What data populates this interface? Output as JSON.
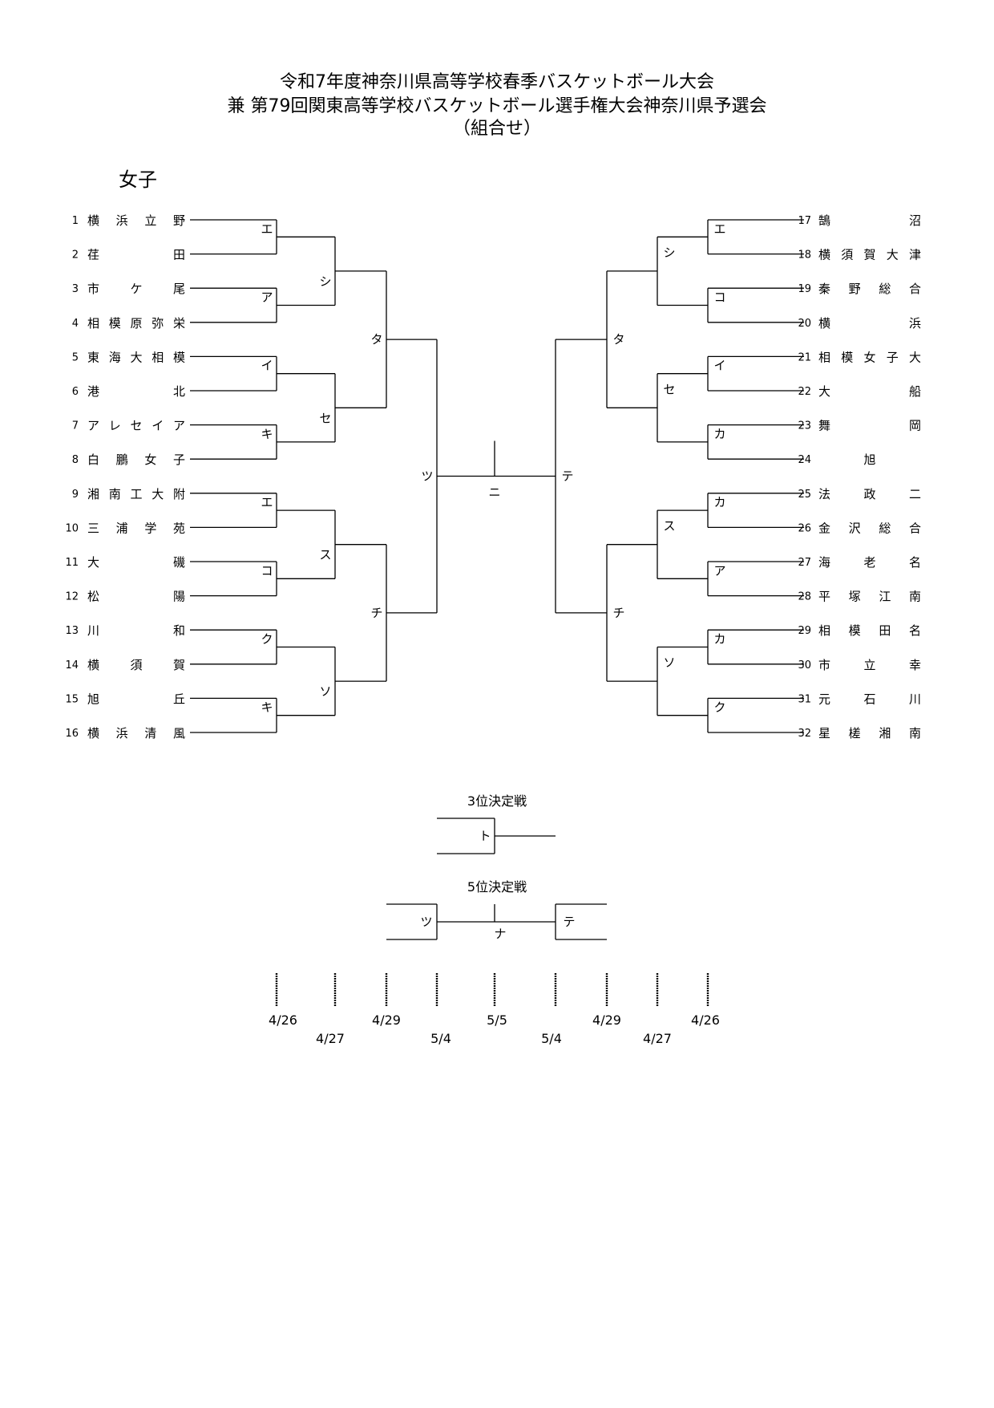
{
  "title": {
    "line1": "令和7年度神奈川県高等学校春季バスケットボール大会",
    "line2": "兼 第79回関東高等学校バスケットボール選手権大会神奈川県予選会",
    "line3": "（組合せ）"
  },
  "section": "女子",
  "left_teams": [
    {
      "no": "1",
      "name": "横浜立野"
    },
    {
      "no": "2",
      "name": "荏田"
    },
    {
      "no": "3",
      "name": "市ケ尾"
    },
    {
      "no": "4",
      "name": "相模原弥栄"
    },
    {
      "no": "5",
      "name": "東海大相模"
    },
    {
      "no": "6",
      "name": "港北"
    },
    {
      "no": "7",
      "name": "アレセイア"
    },
    {
      "no": "8",
      "name": "白鵬女子"
    },
    {
      "no": "9",
      "name": "湘南工大附"
    },
    {
      "no": "10",
      "name": "三浦学苑"
    },
    {
      "no": "11",
      "name": "大磯"
    },
    {
      "no": "12",
      "name": "松陽"
    },
    {
      "no": "13",
      "name": "川和"
    },
    {
      "no": "14",
      "name": "横須賀"
    },
    {
      "no": "15",
      "name": "旭丘"
    },
    {
      "no": "16",
      "name": "横浜清風"
    }
  ],
  "right_teams": [
    {
      "no": "17",
      "name": "鵠沼"
    },
    {
      "no": "18",
      "name": "横須賀大津"
    },
    {
      "no": "19",
      "name": "秦野総合"
    },
    {
      "no": "20",
      "name": "横浜"
    },
    {
      "no": "21",
      "name": "相模女子大"
    },
    {
      "no": "22",
      "name": "大船"
    },
    {
      "no": "23",
      "name": "舞岡"
    },
    {
      "no": "24",
      "name": "旭"
    },
    {
      "no": "25",
      "name": "法政二"
    },
    {
      "no": "26",
      "name": "金沢総合"
    },
    {
      "no": "27",
      "name": "海老名"
    },
    {
      "no": "28",
      "name": "平塚江南"
    },
    {
      "no": "29",
      "name": "相模田名"
    },
    {
      "no": "30",
      "name": "市立幸"
    },
    {
      "no": "31",
      "name": "元石川"
    },
    {
      "no": "32",
      "name": "星槎湘南"
    }
  ],
  "left_rounds": {
    "r1": [
      "エ",
      "ア",
      "イ",
      "キ",
      "エ",
      "コ",
      "ク",
      "キ"
    ],
    "r2": [
      "シ",
      "セ",
      "ス",
      "ソ"
    ],
    "r3": [
      "タ",
      "チ"
    ],
    "r4": [
      "ツ"
    ]
  },
  "right_rounds": {
    "r1": [
      "エ",
      "コ",
      "イ",
      "カ",
      "カ",
      "ア",
      "カ",
      "ク"
    ],
    "r2": [
      "シ",
      "セ",
      "ス",
      "ソ"
    ],
    "r3": [
      "タ",
      "チ"
    ],
    "r4": [
      "テ"
    ]
  },
  "final_label": "ニ",
  "third_place": {
    "title": "3位決定戦",
    "label": "ト"
  },
  "fifth_place": {
    "title": "5位決定戦",
    "left_label": "ツ",
    "right_label": "テ",
    "center_label": "ナ"
  },
  "dates": {
    "upper": [
      "4/26",
      "4/29",
      "5/5",
      "4/29",
      "4/26"
    ],
    "lower": [
      "4/27",
      "5/4",
      "5/4",
      "4/27"
    ]
  }
}
